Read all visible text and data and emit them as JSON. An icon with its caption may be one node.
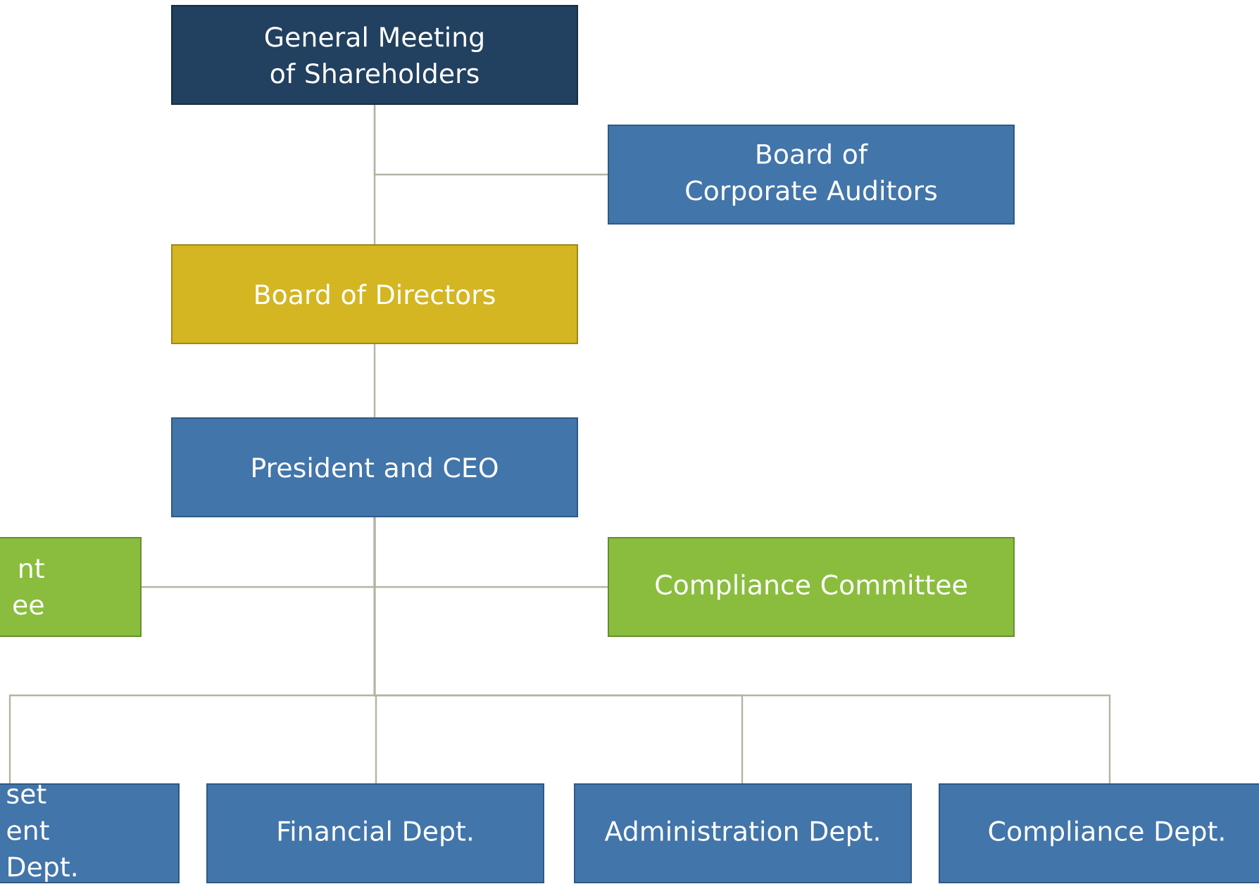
{
  "diagram": {
    "nodes": [
      {
        "text": [
          "General Meeting of Shareholders"
        ]
      },
      {
        "text": [
          "Board of Corporate Auditors"
        ]
      },
      {
        "text": [
          "Board of Directors"
        ]
      },
      {
        "text": [
          "President and CEO"
        ]
      },
      {
        "text": [
          "nt ee"
        ]
      },
      {
        "text": [
          "Compliance Committee"
        ]
      },
      {
        "text": [
          "set ent Dept."
        ]
      },
      {
        "text": [
          "Financial Dept."
        ]
      },
      {
        "text": [
          "Administration Dept."
        ]
      },
      {
        "text": [
          "Compliance Dept."
        ]
      }
    ],
    "edges": [
      {
        "from": 0,
        "to": 1,
        "arrow": "none"
      },
      {
        "from": 0,
        "to": 2,
        "arrow": "none"
      },
      {
        "from": 2,
        "to": 3,
        "arrow": "none"
      },
      {
        "from": 3,
        "to": 4,
        "arrow": "none"
      },
      {
        "from": 3,
        "to": 5,
        "arrow": "none"
      },
      {
        "from": 3,
        "to": 6,
        "arrow": "none"
      },
      {
        "from": 3,
        "to": 7,
        "arrow": "none"
      },
      {
        "from": 3,
        "to": 8,
        "arrow": "none"
      },
      {
        "from": 3,
        "to": 9,
        "arrow": "none"
      }
    ]
  }
}
